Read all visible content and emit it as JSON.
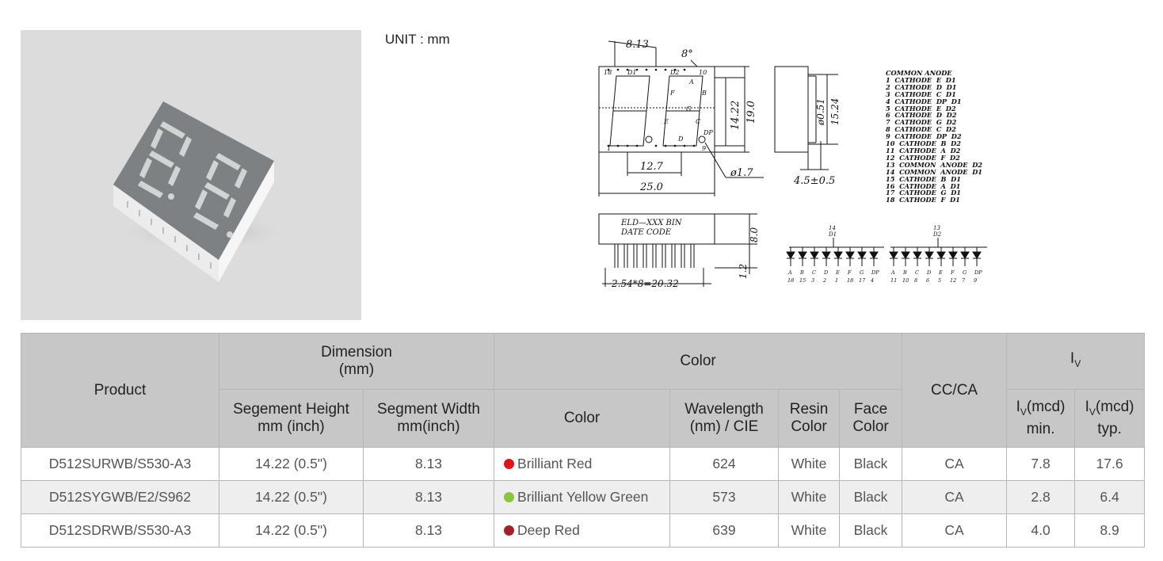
{
  "unit_label": "UNIT : mm",
  "drawing": {
    "front": {
      "width_top": "8.13",
      "angle": "8°",
      "pin_1": "1",
      "pin_9": "9",
      "pin_10": "10",
      "pin_18": "18",
      "d1": "D1",
      "d2": "D2",
      "seg_a": "A",
      "seg_b": "B",
      "seg_c": "C",
      "seg_d": "D",
      "seg_e": "E",
      "seg_f": "F",
      "seg_g": "G",
      "seg_dp": "DP",
      "height_digit": "14.22",
      "height_total": "19.0",
      "pitch": "12.7",
      "width_total": "25.0",
      "dp_diameter": "ø1.7"
    },
    "side": {
      "pin_dia": "ø0.51",
      "pin_row": "15.24",
      "pin_len": "4.5±0.5"
    },
    "bottom": {
      "line1": "ELD—XXX BIN",
      "line2": "DATE    CODE",
      "depth": "8.0",
      "standoff": "1.2",
      "pitch_total": "2.54*8=20.32"
    },
    "circuit": {
      "common_d1": "14\nD1",
      "common_d2": "13\nD2",
      "seg_labels_d1": [
        "A",
        "B",
        "C",
        "D",
        "E",
        "F",
        "G",
        "DP"
      ],
      "pins_d1": [
        "18",
        "15",
        "3",
        "2",
        "1",
        "18",
        "17",
        "4"
      ],
      "seg_labels_d2": [
        "A",
        "B",
        "C",
        "D",
        "E",
        "F",
        "G",
        "DP"
      ],
      "pins_d2": [
        "11",
        "10",
        "8",
        "6",
        "5",
        "12",
        "7",
        "9"
      ]
    },
    "pin_list": [
      "COMMON ANODE",
      "1  CATHODE  E  D1",
      "2  CATHODE  D  D1",
      "3  CATHODE  C  D1",
      "4  CATHODE  DP  D1",
      "5  CATHODE  E  D2",
      "6  CATHODE  D  D2",
      "7  CATHODE  G  D2",
      "8  CATHODE  C  D2",
      "9  CATHODE  DP  D2",
      "10  CATHODE  B  D2",
      "11  CATHODE  A  D2",
      "12  CATHODE  F  D2",
      "13  COMMON  ANODE  D2",
      "14  COMMON  ANODE  D1",
      "15  CATHODE  B  D1",
      "16  CATHODE  A  D1",
      "17  CATHODE  G  D1",
      "18  CATHODE  F  D1"
    ]
  },
  "table": {
    "headers": {
      "product": "Product",
      "dimension": "Dimension\n(mm)",
      "color_group": "Color",
      "cc_ca": "CC/CA",
      "iv_group": "I",
      "iv_sub": "V",
      "seg_height": "Segement Height\nmm (inch)",
      "seg_width": "Segment Width\nmm(inch)",
      "color": "Color",
      "wavelength": "Wavelength\n(nm) / CIE",
      "resin": "Resin\nColor",
      "face": "Face\nColor",
      "iv_min_a": "I",
      "iv_min_sub": "V",
      "iv_min_b": "(mcd)\nmin.",
      "iv_typ_a": "I",
      "iv_typ_sub": "V",
      "iv_typ_b": "(mcd)\ntyp."
    },
    "rows": [
      {
        "product": "D512SURWB/S530-A3",
        "seg_height": "14.22 (0.5\")",
        "seg_width": "8.13",
        "color": "Brilliant Red",
        "dot": "#e0151b",
        "wavelength": "624",
        "resin": "White",
        "face": "Black",
        "cc_ca": "CA",
        "iv_min": "7.8",
        "iv_typ": "17.6"
      },
      {
        "product": "D512SYGWB/E2/S962",
        "seg_height": "14.22 (0.5\")",
        "seg_width": "8.13",
        "color": "Brilliant Yellow Green",
        "dot": "#8cc63f",
        "wavelength": "573",
        "resin": "White",
        "face": "Black",
        "cc_ca": "CA",
        "iv_min": "2.8",
        "iv_typ": "6.4"
      },
      {
        "product": "D512SDRWB/S530-A3",
        "seg_height": "14.22 (0.5\")",
        "seg_width": "8.13",
        "color": "Deep Red",
        "dot": "#a3202a",
        "wavelength": "639",
        "resin": "White",
        "face": "Black",
        "cc_ca": "CA",
        "iv_min": "4.0",
        "iv_typ": "8.9"
      }
    ]
  }
}
